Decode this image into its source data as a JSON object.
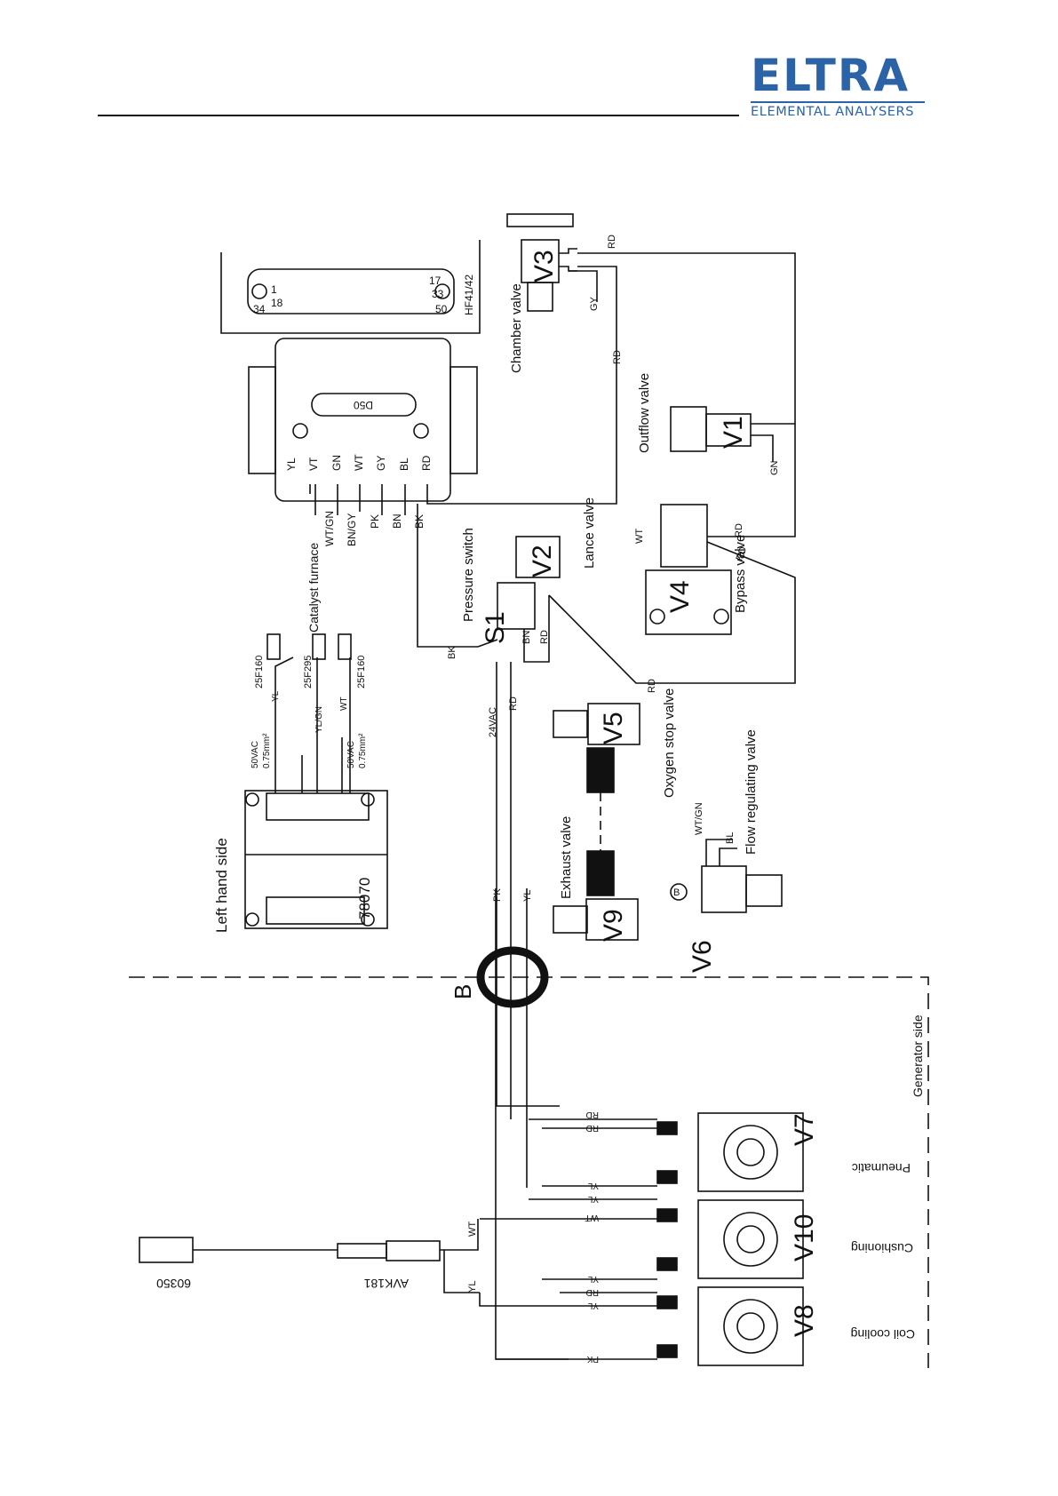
{
  "header": {
    "logo_word": "ELTRA",
    "logo_sub": "ELEMENTAL ANALYSERS",
    "brand_color": "#2c63a6"
  },
  "diagram": {
    "connector_top": {
      "pin_a": "1",
      "pin_b": "17",
      "pin_c": "18",
      "pin_d": "33",
      "pin_e": "34",
      "pin_f": "50",
      "name": "HF41/42"
    },
    "connector_d50": {
      "label": "D50",
      "top_wires": [
        "YL",
        "VT",
        "GN",
        "WT",
        "GY",
        "BL",
        "RD"
      ],
      "bottom_wires": [
        "WT/GN",
        "BN/GY",
        "PK",
        "BN",
        "BK"
      ]
    },
    "left_side": {
      "label": "Left hand side",
      "transformer": "78070",
      "furnace_label": "Catalyst furnace",
      "parts": [
        "25F160",
        "25F295",
        "25F160"
      ],
      "wires": [
        "YL",
        "YL/GN",
        "WT"
      ],
      "voltage_a": "50VAC",
      "section_a": "0.75mm²",
      "voltage_b": "50VAC",
      "section_b": "0.75mm²"
    },
    "valves": {
      "v3": {
        "id": "V3",
        "name": "Chamber valve",
        "wires": [
          "RD",
          "GY",
          "RD"
        ]
      },
      "v1": {
        "id": "V1",
        "name": "Outflow valve",
        "wires": [
          "GN"
        ]
      },
      "v2": {
        "id": "V2",
        "name": "Lance valve",
        "wires": [
          "BN",
          "RD"
        ]
      },
      "s1": {
        "id": "S1",
        "name": "Pressure switch",
        "wires": [
          "BK"
        ]
      },
      "v4": {
        "id": "V4",
        "name": "Bypass valve",
        "wires": [
          "WT",
          "RD",
          "RD"
        ]
      },
      "v5": {
        "id": "V5",
        "name": "Oxygen stop valve"
      },
      "v9": {
        "id": "V9",
        "name": "Exhaust valve"
      },
      "v6": {
        "id": "V6",
        "name": "Flow regulating valve",
        "marker": "B",
        "wires": [
          "WT/GN",
          "BL"
        ]
      },
      "v7": {
        "id": "V7",
        "name": "Pneumatic",
        "wires": [
          "RD",
          "RD",
          "YL",
          "YL"
        ]
      },
      "v10": {
        "id": "V10",
        "name": "Cushioning",
        "wires": [
          "WT",
          "YL",
          "RD"
        ]
      },
      "v8": {
        "id": "V8",
        "name": "Coil cooling",
        "wires": [
          "YL",
          "PK"
        ]
      }
    },
    "supply": {
      "voltage": "24VAC",
      "rd": "RD",
      "rd2": "RD",
      "pk": "PK",
      "yl": "YL"
    },
    "ring": {
      "label": "B"
    },
    "generator_side": "Generator side",
    "cable": {
      "part": "60350",
      "connector": "AVK181",
      "wire_wt": "WT",
      "wire_yl": "YL"
    }
  }
}
